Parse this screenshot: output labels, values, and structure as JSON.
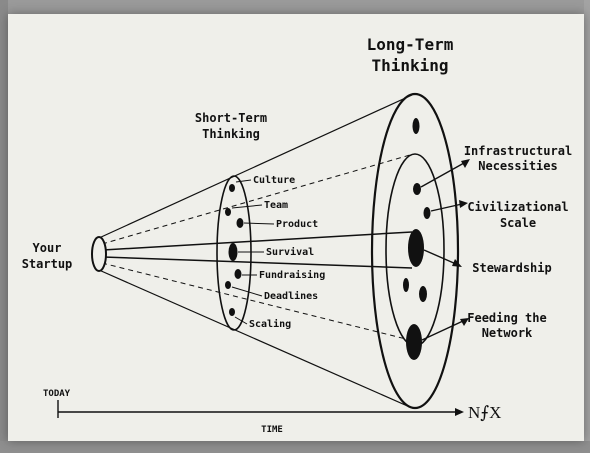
{
  "diagram": {
    "long_term": {
      "line1": "Long-Term",
      "line2": "Thinking"
    },
    "short_term": {
      "line1": "Short-Term",
      "line2": "Thinking"
    },
    "startup": {
      "line1": "Your",
      "line2": "Startup"
    },
    "short_items": [
      "Culture",
      "Team",
      "Product",
      "Survival",
      "Fundraising",
      "Deadlines",
      "Scaling"
    ],
    "long_items": [
      {
        "line1": "Infrastructural",
        "line2": "Necessities"
      },
      {
        "line1": "Civilizational",
        "line2": "Scale"
      },
      {
        "line1": "Stewardship",
        "line2": ""
      },
      {
        "line1": "Feeding the",
        "line2": "Network"
      }
    ],
    "axis": {
      "today": "TODAY",
      "time": "TIME",
      "brand": "N⨍X"
    }
  }
}
